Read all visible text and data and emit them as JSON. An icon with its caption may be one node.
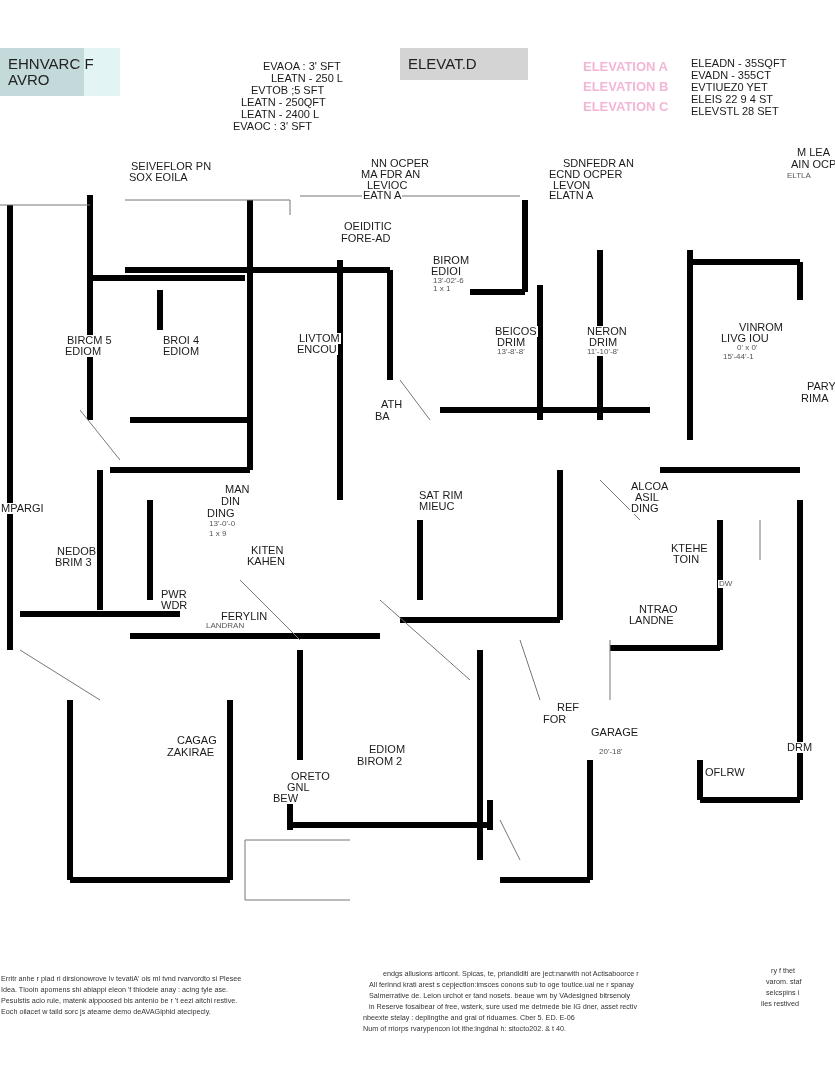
{
  "diagram": {
    "nodes": [
      {
        "text": [
          "EHNVARC F AVRO"
        ]
      },
      {
        "text": [
          "ELEVAT.D"
        ]
      }
    ],
    "labels": [
      "EVAOA : 3' SFT",
      "LEATN - 250 L",
      "EVTOB ;5 SFT",
      "LEATN - 250QFT",
      "LEATN - 2400 L",
      "EVAOC : 3' SFT",
      "ELEVATION A",
      "ELEVATION B",
      "ELEVATION C",
      "ELEADN - 35SQFT",
      "EVADN - 355CT",
      "EVTIUEZ0 YET",
      "ELEIS 22 9 4 ST",
      "ELEVSTL 28 SET",
      "SEIVEFLOR PN",
      "SOX EOILA",
      "NN OCPER",
      "MA FDR AN",
      "LEVIOC",
      "EATN A",
      "SDNFEDR AN",
      "ECND OCPER",
      "LEVON",
      "ELATN A",
      "M LEA",
      "AIN OCP",
      "ELTLA",
      "OEIDITIC",
      "FORE-AD",
      "BIROM",
      "EDIOI",
      "13'-02'-6",
      "1 x 1",
      "BIRCM 5",
      "EDIOM",
      "BROI 4",
      "EDIOM",
      "LIVTOM",
      "ENCOU",
      "BEICOS",
      "DRIM",
      "13'-8'-8'",
      "NERON",
      "DRIM",
      "11'-10'-8'",
      "VINROM",
      "LIVG IOU",
      "0' x 0'",
      "15'-44'-1",
      "ATH",
      "BA",
      "PARY",
      "RIMA",
      "MPARGI",
      "MAN",
      "DIN",
      "DING",
      "13'-0'-0",
      "1 x 9",
      "SAT RIM",
      "MIEUC",
      "ALCOA",
      "ASIL",
      "DING",
      "NEDOB",
      "BRIM 3",
      "KITEN",
      "KAHEN",
      "KTEHE",
      "TOIN",
      "PWR",
      "WDR",
      "FERYLIN",
      "LANDRAN",
      "NTRAO",
      "LANDNE",
      "DW",
      "REF",
      "FOR",
      "CAGAG",
      "ZAKIRAE",
      "GARAGE",
      "20'-18'",
      "EDIOM",
      "BIROM 2",
      "ORETO",
      "GNL",
      "BEW",
      "OFLRW",
      "DRM",
      "Erritr anhe r plad ri dirsionowrove lv tevatiA' ois ml tvnd rvarvordto si Plesee",
      "Idea. Tlooin apomens shi abiappi eleon 'f thiodeie anay : acing tyle ase.",
      "Pesulstis acio rule, matenk alppoosed bis antenio be r 't eezi aitchi restive.",
      "Eoch oilacet w taild sorc js ateame demo deAVAGiphid atecipecly.",
      "endgs allusions articont. Spicas, te, priandiditi are ject:narwith not Actisaboorce r",
      "All ferinnd krati arest s cepjection:imsces conons sub to oge toutice.ual ne r spanay",
      "Salmerrative de. Leion urchot er tand nosets. beaue wm by VAdesigned bitrsenoly",
      "in Reserve fosaibear of free, wsterk, sure used me detmede bie IG dner, asset rectiv",
      "nbeexte stelay : deplingthe and grai of riduames. Cber 5. ED. E-06",
      "Num of rriorps rvarypencon lot ithe:lngdnal h: sitocto202. & t 40.",
      "ry f thet",
      "varom. staf",
      "selcspins i",
      "iles restived"
    ]
  }
}
